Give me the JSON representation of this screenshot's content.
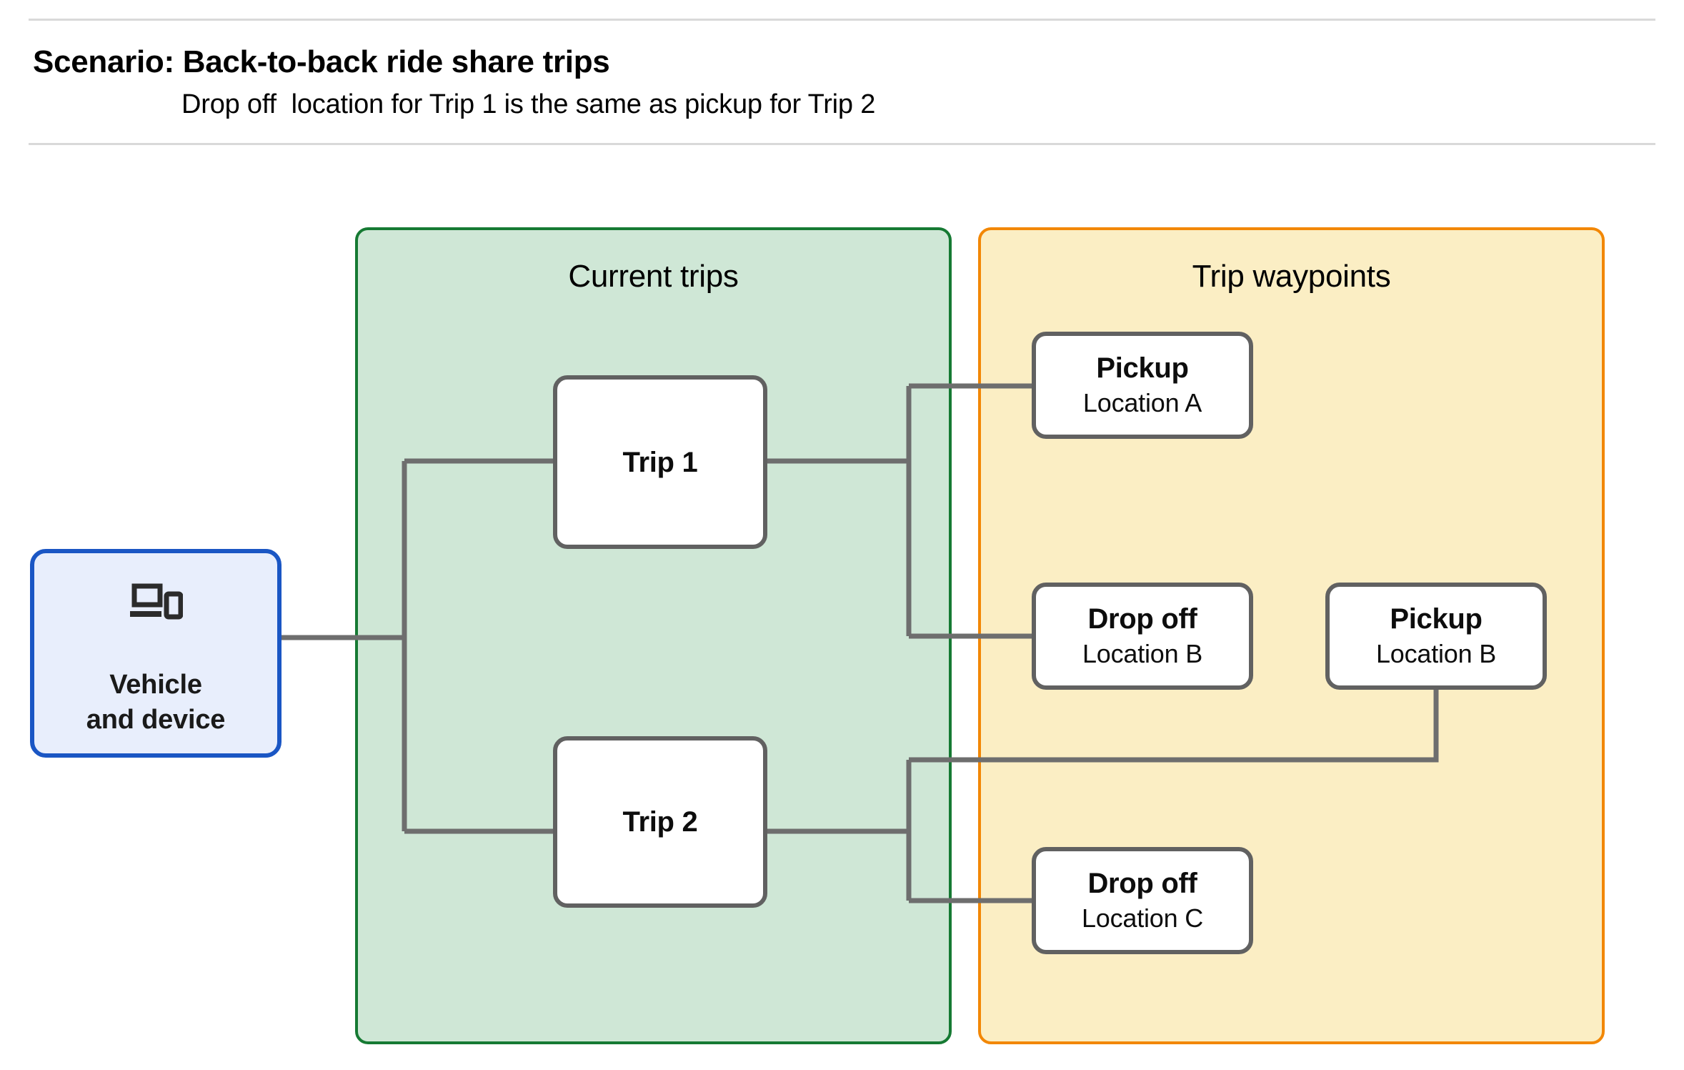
{
  "header": {
    "title": "Scenario: Back-to-back ride share trips",
    "subtitle": "Drop off  location for Trip 1 is the same as pickup for Trip 2"
  },
  "panels": {
    "current_trips": {
      "title": "Current trips",
      "fill": "#cfe7d6",
      "border": "#167a33"
    },
    "trip_waypoints": {
      "title": "Trip waypoints",
      "fill": "#fbeec4",
      "border": "#f28705"
    }
  },
  "vehicle": {
    "icon": "devices-icon",
    "line1": "Vehicle",
    "line2": "and device",
    "fill": "#e8eefc",
    "border": "#1a56c4"
  },
  "trips": [
    {
      "label": "Trip 1"
    },
    {
      "label": "Trip 2"
    }
  ],
  "waypoints": [
    {
      "id": "pickup-a",
      "kind": "Pickup",
      "location": "Location A"
    },
    {
      "id": "dropoff-b",
      "kind": "Drop off",
      "location": "Location B"
    },
    {
      "id": "pickup-b",
      "kind": "Pickup",
      "location": "Location B"
    },
    {
      "id": "dropoff-c",
      "kind": "Drop off",
      "location": "Location C"
    }
  ],
  "colors": {
    "connector": "#6e6e6e",
    "node_border": "#616161",
    "node_fill": "#ffffff",
    "rule": "#d9d9d9",
    "text": "#000000"
  }
}
